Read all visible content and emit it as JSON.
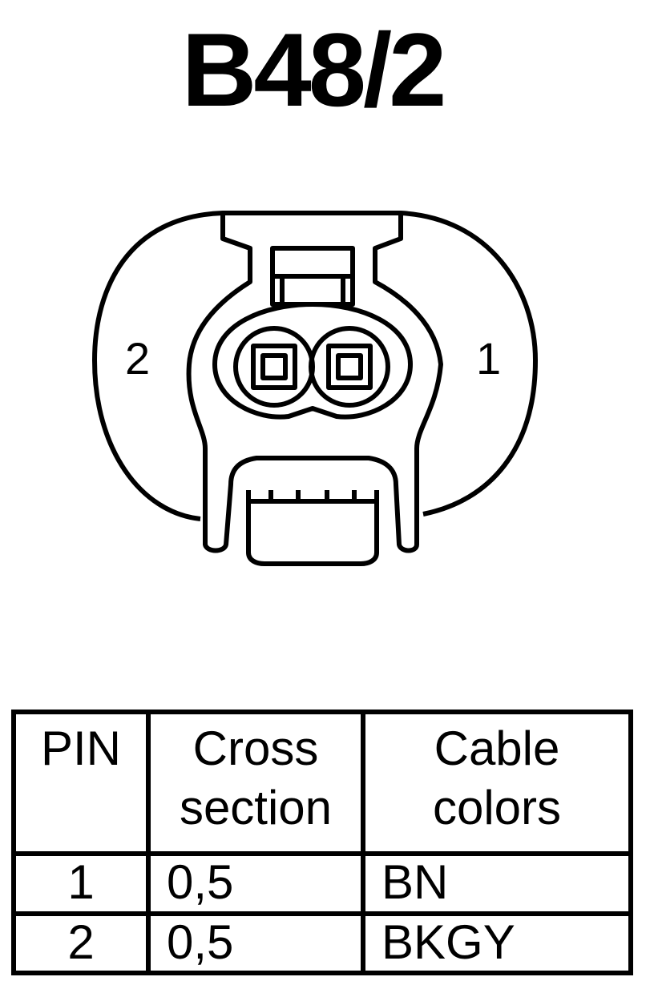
{
  "title": "B48/2",
  "connector": {
    "pin_left_label": "2",
    "pin_right_label": "1"
  },
  "table": {
    "headers": {
      "pin": "PIN",
      "cross_line1": "Cross",
      "cross_line2": "section",
      "color_line1": "Cable",
      "color_line2": "colors"
    },
    "rows": [
      {
        "pin": "1",
        "cross_section": "0,5",
        "color": "BN"
      },
      {
        "pin": "2",
        "cross_section": "0,5",
        "color": "BKGY"
      }
    ]
  }
}
